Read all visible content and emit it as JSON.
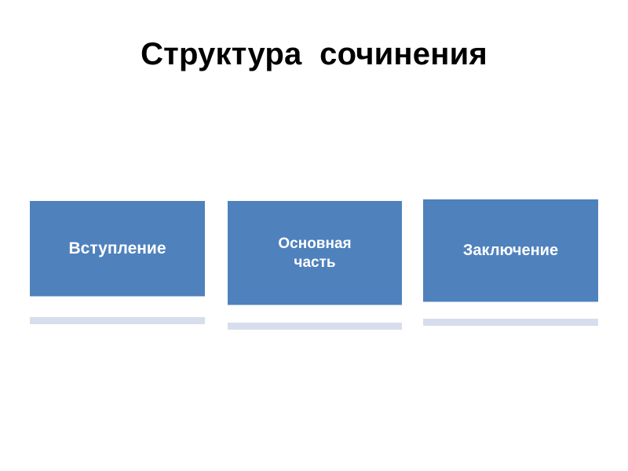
{
  "slide": {
    "title": "Структура  сочинения",
    "background_color": "#ffffff",
    "title_color": "#000000"
  },
  "diagram": {
    "type": "process-blocks",
    "accent_color": "#4f81bd",
    "shadow_color": "#d4daea",
    "node_text_color": "#ffffff",
    "nodes": [
      {
        "id": "node-1",
        "label": "Вступление",
        "order": "1"
      },
      {
        "id": "node-2",
        "label": "Основная\nчасть",
        "order": "2"
      },
      {
        "id": "node-3",
        "label": "Заключение",
        "order": "3"
      }
    ]
  }
}
